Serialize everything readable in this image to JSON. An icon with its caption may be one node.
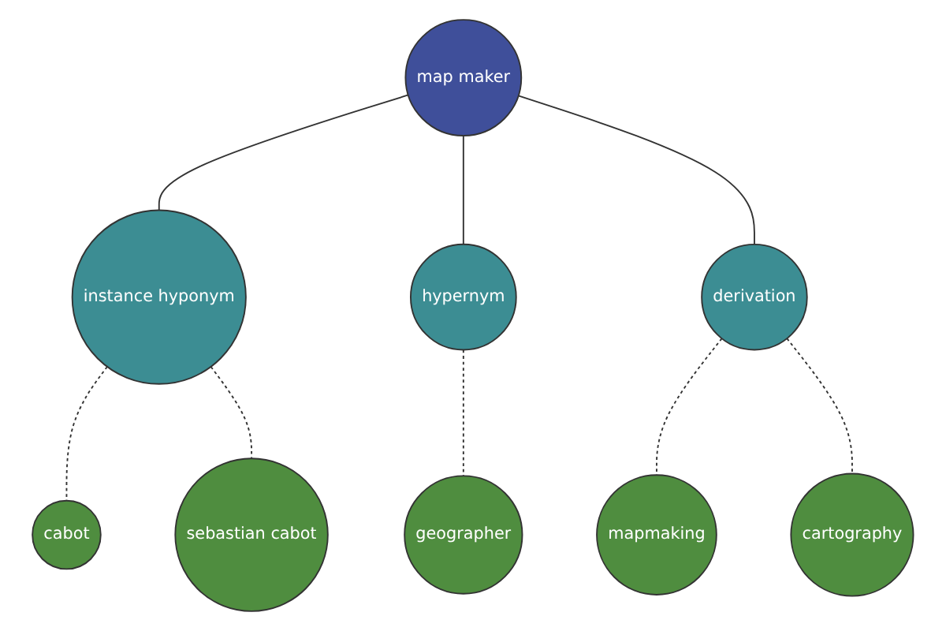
{
  "diagram": {
    "nodes": [
      {
        "text": [
          "cabot"
        ]
      },
      {
        "text": [
          "sebastian cabot"
        ]
      },
      {
        "text": [
          "instance hyponym"
        ]
      },
      {
        "text": [
          "map maker"
        ]
      },
      {
        "text": [
          "hypernym"
        ]
      },
      {
        "text": [
          "derivation"
        ]
      },
      {
        "text": [
          "geographer"
        ]
      },
      {
        "text": [
          "cartography"
        ]
      },
      {
        "text": [
          "mapmaking"
        ]
      }
    ],
    "edges": [
      {
        "from": 3,
        "to": 2,
        "arrow": "none"
      },
      {
        "from": 2,
        "to": 0,
        "arrow": "none",
        "style": "dashed"
      },
      {
        "from": 2,
        "to": 1,
        "arrow": "none",
        "style": "dashed"
      },
      {
        "from": 3,
        "to": 4,
        "arrow": "none"
      },
      {
        "from": 4,
        "to": 6,
        "arrow": "none",
        "style": "dashed"
      },
      {
        "from": 3,
        "to": 5,
        "arrow": "none"
      },
      {
        "from": 5,
        "to": 8,
        "arrow": "none",
        "style": "dashed"
      },
      {
        "from": 5,
        "to": 7,
        "arrow": "none",
        "style": "dashed"
      }
    ]
  }
}
